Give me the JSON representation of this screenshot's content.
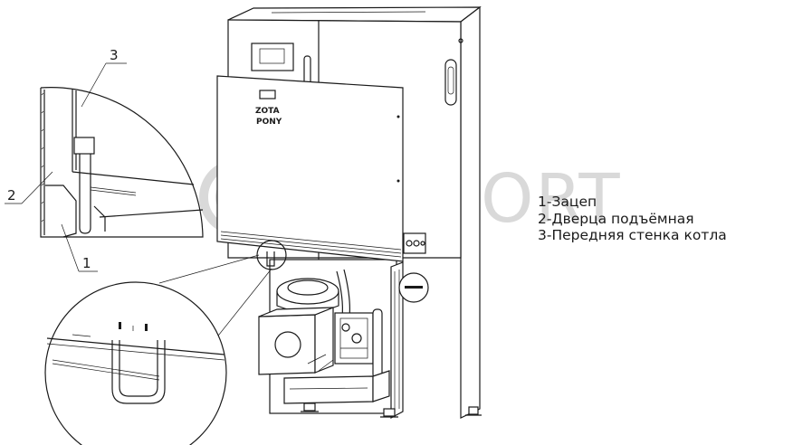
{
  "watermark": {
    "text": "KOMFORT"
  },
  "product_label": {
    "brand": "ZOTA",
    "model": "PONY"
  },
  "callouts": {
    "one": "1",
    "two": "2",
    "three": "3"
  },
  "legend": {
    "items": [
      {
        "label": "1-Зацеп"
      },
      {
        "label": "2-Дверца подъёмная"
      },
      {
        "label": "3-Передняя стенка котла"
      }
    ]
  },
  "icons": {
    "watermark_logo": "circle-logo-icon"
  }
}
